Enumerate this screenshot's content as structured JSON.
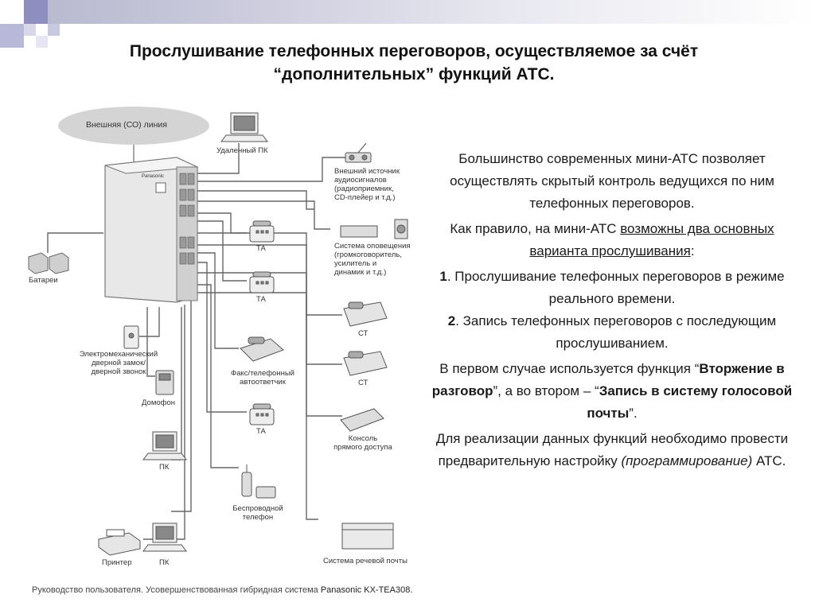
{
  "title": {
    "line1": "Прослушивание телефонных переговоров, осуществляемое за счёт",
    "line2": "“дополнительных” функций АТС."
  },
  "diagram": {
    "external_line": "Внешняя (СО) линия",
    "pbx_brand": "Panasonic",
    "batteries": "Батареи",
    "remote_pc": "Удаленный ПК",
    "audio_source": "Внешний источник\nаудиосигналов\n(радиоприемник,\nCD-плейер и т.д.)",
    "paging": "Система оповещения\n(громкоговоритель,\nусилитель и\nдинамик и т.д.)",
    "ta1": "ТА",
    "ta2": "ТА",
    "ta3": "ТА",
    "st1": "СТ",
    "st2": "СТ",
    "door_lock": "Электромеханический\nдверной замок/\nдверной звонок",
    "doorphone": "Домофон",
    "fax": "Факс/телефонный\nавтоответчик",
    "console": "Консоль\nпрямого доступа",
    "pc1": "ПК",
    "pc2": "ПК",
    "wireless": "Беспроводной\nтелефон",
    "printer": "Принтер",
    "voicemail": "Система речевой почты"
  },
  "text": {
    "p1": "Большинство современных мини-АТС позволяет осуществлять скрытый контроль ведущихся по ним телефонных переговоров.",
    "p2_pre": "Как правило, на мини-АТС ",
    "p2_link": "возможны два основных варианта прослушивания",
    "p2_post": ":",
    "item1_num": "1",
    "item1_text": ". Прослушивание телефонных переговоров в режиме реального времени.",
    "item2_num": "2",
    "item2_text": ". Запись телефонных переговоров с последующим прослушиванием.",
    "p3_a": "В первом случае используется функция “",
    "p3_b": "Вторжение в разговор",
    "p3_c": "”, а во втором – “",
    "p3_d": "Запись в систему голосовой почты",
    "p3_e": "”.",
    "p4_a": "Для реализации данных функций необходимо провести предварительную настройку ",
    "p4_b": "(программирование)",
    "p4_c": " АТС."
  },
  "footer": {
    "text": "Руководство пользователя. Усовершенствованная гибридная система ",
    "brand": "Panasonic KX-TEA308."
  }
}
